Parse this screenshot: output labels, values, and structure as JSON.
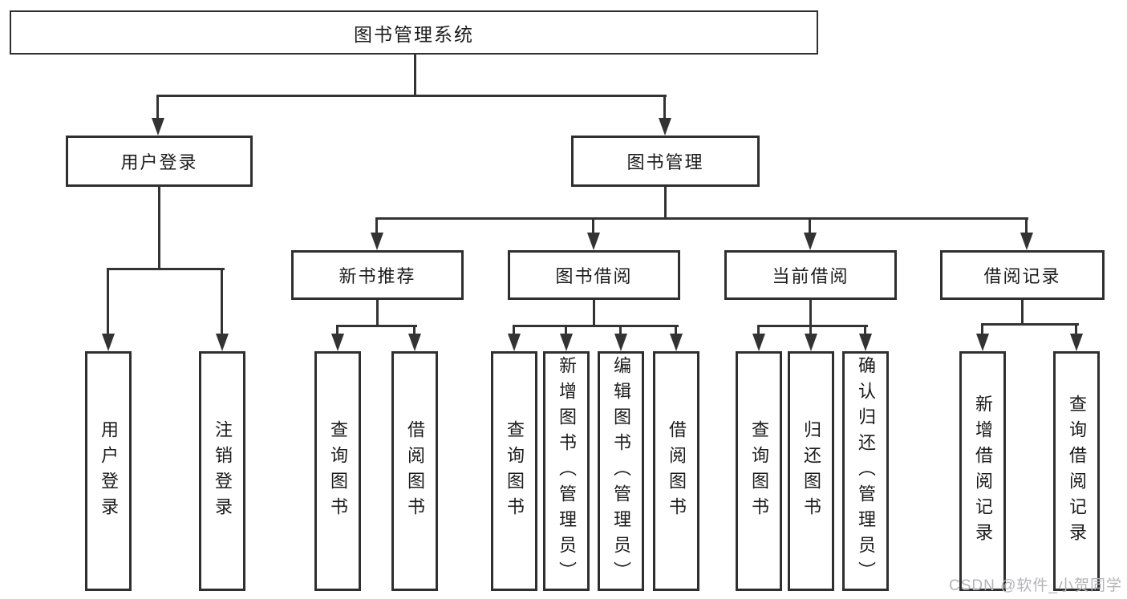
{
  "diagram": {
    "type": "hierarchy-tree",
    "nodes": {
      "root": "图书管理系统",
      "user_login": "用户登录",
      "book_mgmt": "图书管理",
      "new_book": "新书推荐",
      "borrow": "图书借阅",
      "current": "当前借阅",
      "record": "借阅记录",
      "leaf_user_login": "用户登录",
      "leaf_logout": "注销登录",
      "leaf_nb_query": "查询图书",
      "leaf_nb_borrow": "借阅图书",
      "leaf_bw_query": "查询图书",
      "leaf_bw_add": "新增图书（管理员）",
      "leaf_bw_edit": "编辑图书（管理员）",
      "leaf_bw_borrow": "借阅图书",
      "leaf_cur_query": "查询图书",
      "leaf_cur_return": "归还图书",
      "leaf_cur_confirm": "确认归还（管理员）",
      "leaf_rec_add": "新增借阅记录",
      "leaf_rec_query": "查询借阅记录"
    },
    "edges": [
      [
        "图书管理系统",
        "用户登录"
      ],
      [
        "图书管理系统",
        "图书管理"
      ],
      [
        "用户登录",
        "用户登录"
      ],
      [
        "用户登录",
        "注销登录"
      ],
      [
        "图书管理",
        "新书推荐"
      ],
      [
        "图书管理",
        "图书借阅"
      ],
      [
        "图书管理",
        "当前借阅"
      ],
      [
        "图书管理",
        "借阅记录"
      ],
      [
        "新书推荐",
        "查询图书"
      ],
      [
        "新书推荐",
        "借阅图书"
      ],
      [
        "图书借阅",
        "查询图书"
      ],
      [
        "图书借阅",
        "新增图书（管理员）"
      ],
      [
        "图书借阅",
        "编辑图书（管理员）"
      ],
      [
        "图书借阅",
        "借阅图书"
      ],
      [
        "当前借阅",
        "查询图书"
      ],
      [
        "当前借阅",
        "归还图书"
      ],
      [
        "当前借阅",
        "确认归还（管理员）"
      ],
      [
        "借阅记录",
        "新增借阅记录"
      ],
      [
        "借阅记录",
        "查询借阅记录"
      ]
    ],
    "colors": {
      "line": "#333333",
      "box_border": "#2f2f2f",
      "text": "#1b1b1b",
      "background": "#ffffff",
      "watermark": "#b4b4b8"
    }
  },
  "watermark": "CSDN @软件_小贺同学"
}
